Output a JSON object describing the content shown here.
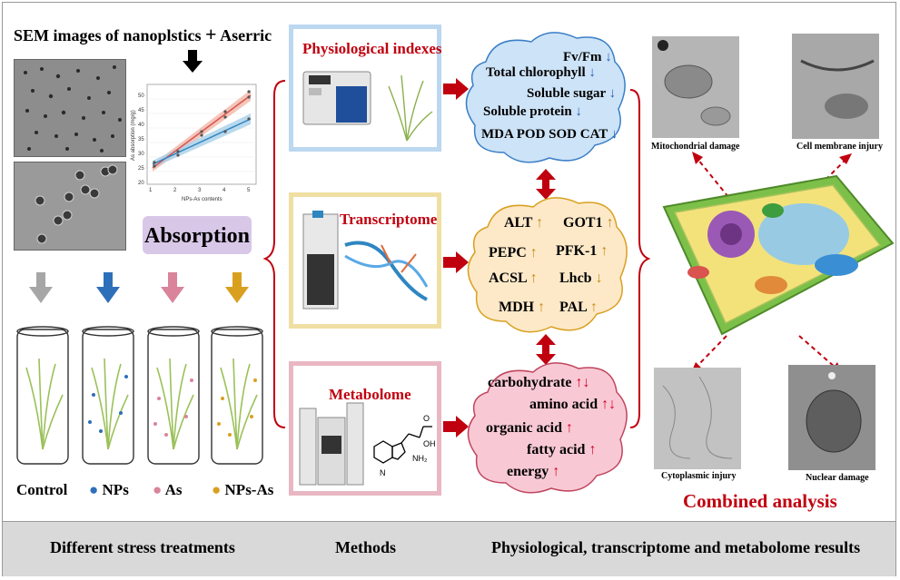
{
  "sem": {
    "title": "SEM images of nanoplstics",
    "plus": "+",
    "title2": "Aserric"
  },
  "graph": {
    "xlabel": "NPs-As contents",
    "ylabel": "As absorption (mg/g)",
    "xticks": [
      "1",
      "2",
      "3",
      "4",
      "5"
    ],
    "yticks": [
      "20",
      "25",
      "30",
      "35",
      "40",
      "45",
      "50"
    ]
  },
  "absorption_label": "Absorption",
  "treatments": {
    "control": "Control",
    "nps": "NPs",
    "as": "As",
    "nps_as": "NPs-As",
    "colors": {
      "control": "#a6a6a6",
      "nps": "#2e6fba",
      "as": "#d9849a",
      "nps_as": "#d9a020"
    }
  },
  "methods": {
    "physiological": "Physiological indexes",
    "transcriptome": "Transcriptome",
    "metabolome": "Metabolome"
  },
  "cloud1": {
    "fvfm": "Fv/Fm",
    "total_chl": "Total chlorophyll",
    "sugar": "Soluble sugar",
    "protein": "Soluble protein",
    "enzymes": "MDA  POD  SOD  CAT"
  },
  "cloud2": {
    "alt": "ALT",
    "got1": "GOT1",
    "pepc": "PEPC",
    "pfk": "PFK-1",
    "acsl": "ACSL",
    "lhcb": "Lhcb",
    "mdh": "MDH",
    "pal": "PAL"
  },
  "cloud3": {
    "carb": "carbohydrate",
    "amino": "amino acid",
    "organic": "organic acid",
    "fatty": "fatty acid",
    "energy": "energy"
  },
  "damage": {
    "mito": "Mitochondrial damage",
    "membrane": "Cell membrane injury",
    "cyto": "Cytoplasmic injury",
    "nuclear": "Nuclear damage"
  },
  "combined": "Combined analysis",
  "footer": {
    "left": "Different stress treatments",
    "middle": "Methods",
    "right": "Physiological, transcriptome and metabolome results"
  }
}
